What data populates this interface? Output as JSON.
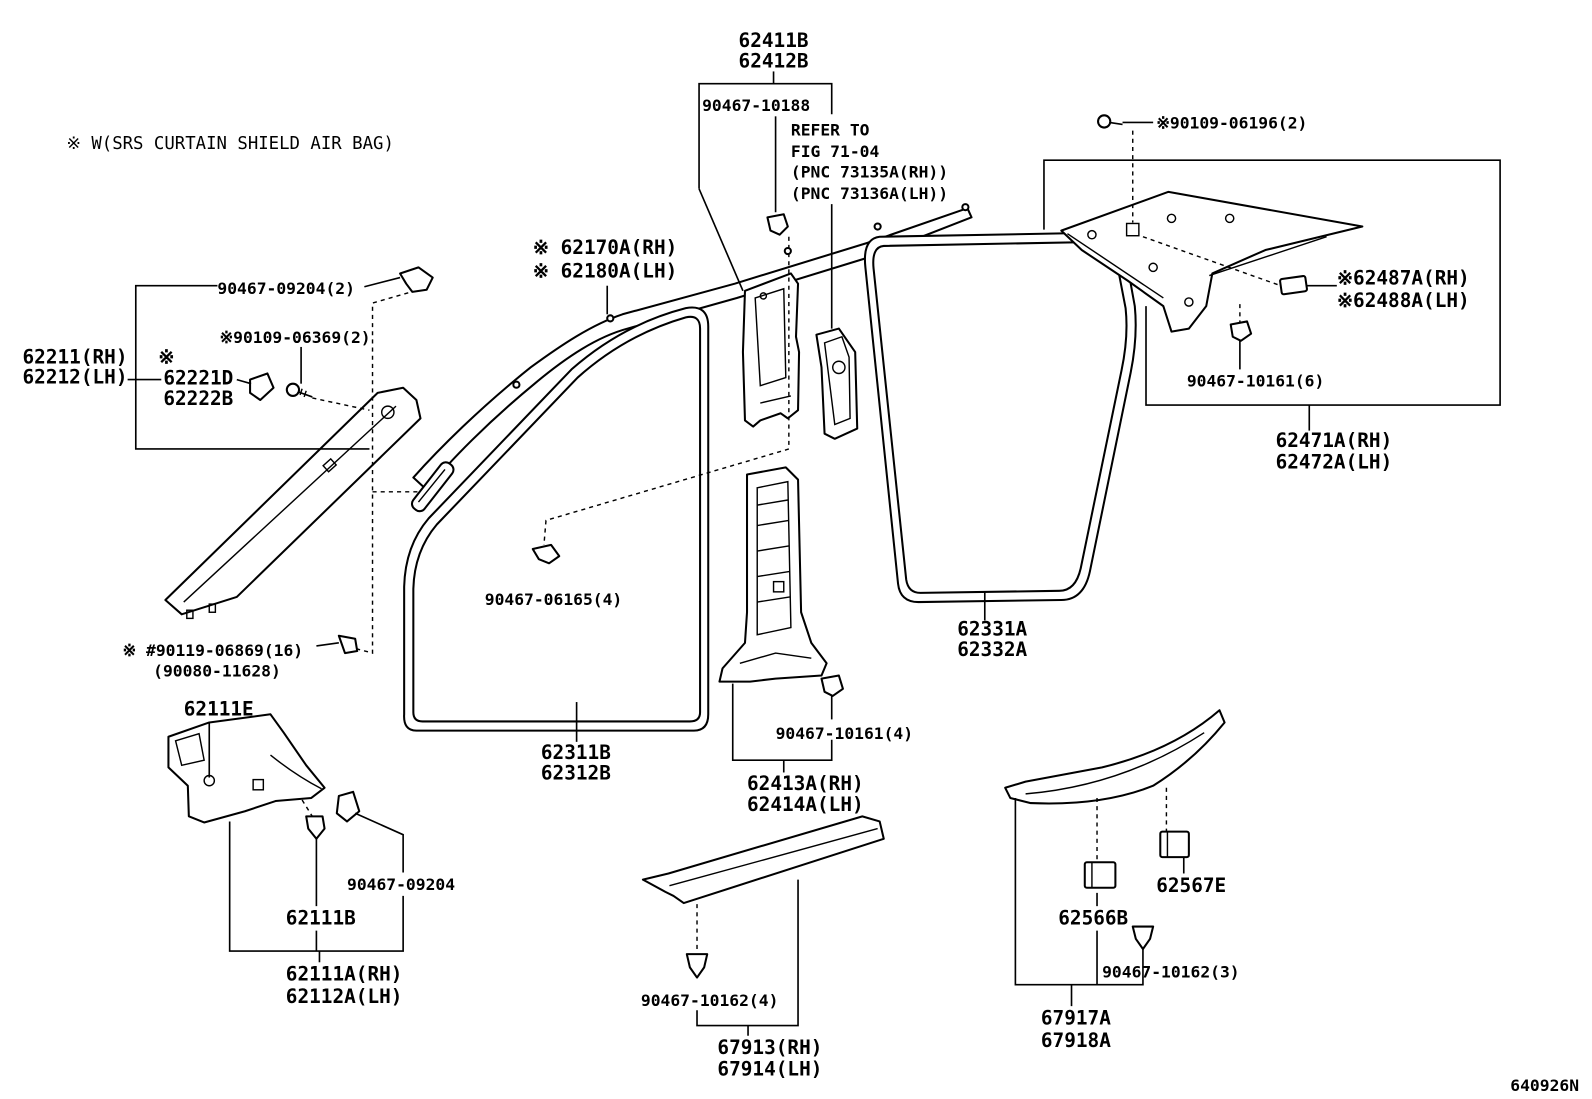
{
  "labels": {
    "note": "※ W(SRS CURTAIN SHIELD AIR BAG)",
    "center_pillar_upper": [
      "62411B",
      "62412B"
    ],
    "clip_10188": "90467-10188",
    "refer": [
      "REFER TO",
      "FIG 71-04",
      "(PNC 73135A(RH))",
      "(PNC 73136A(LH))"
    ],
    "screw_06196": "※90109-06196(2)",
    "roof_side_strip": [
      "※ 62170A(RH)",
      "※ 62180A(LH)"
    ],
    "clip_09204_2": "90467-09204(2)",
    "screw_06369": "※90109-06369(2)",
    "front_pillar_garnish": [
      "62211(RH)",
      "62212(LH)"
    ],
    "garnish_cap": [
      "※",
      "62221D",
      "62222B"
    ],
    "cap_62487": [
      "※62487A(RH)",
      "※62488A(LH)"
    ],
    "clip_10161_6": "90467-10161(6)",
    "quarter_trim": [
      "62471A(RH)",
      "62472A(LH)"
    ],
    "clip_06165": "90467-06165(4)",
    "rear_door_weatherstrip": [
      "62331A",
      "62332A"
    ],
    "screw_06869": [
      "※ #90119-06869(16)",
      "(90080-11628)"
    ],
    "cowl_part": "62111E",
    "clip_10161_4": "90467-10161(4)",
    "front_door_weatherstrip": [
      "62311B",
      "62312B"
    ],
    "center_pillar_lower": [
      "62413A(RH)",
      "62414A(LH)"
    ],
    "clip_09204": "90467-09204",
    "stopper_62567": "62567E",
    "part_62111B": "62111B",
    "stopper_62566": "62566B",
    "cowl_trim": [
      "62111A(RH)",
      "62112A(LH)"
    ],
    "clip_10162_3": "90467-10162(3)",
    "clip_10162_4": "90467-10162(4)",
    "rear_scuff_plate": [
      "67917A",
      "67918A"
    ],
    "front_scuff_plate": [
      "67913(RH)",
      "67914(LH)"
    ],
    "diagram_id": "640926N"
  },
  "colors": {
    "line": "#000000",
    "background": "#ffffff"
  }
}
